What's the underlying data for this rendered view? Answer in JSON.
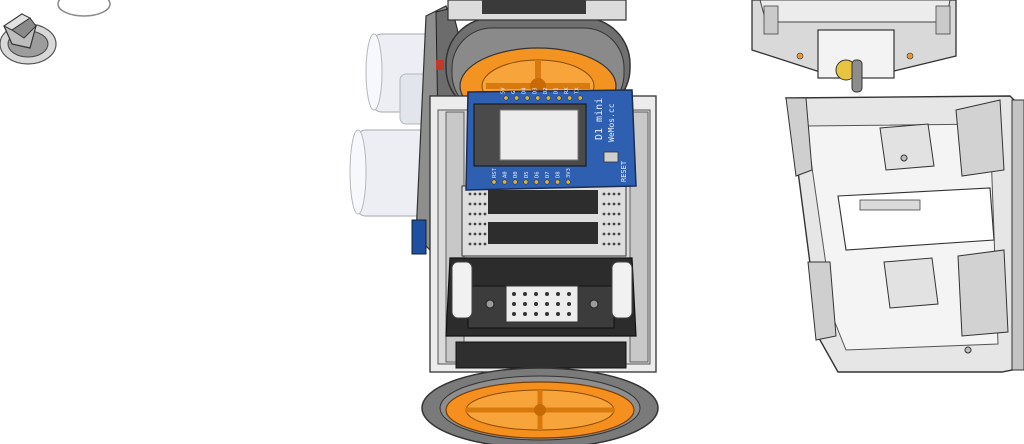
{
  "scene": {
    "background": "#ffffff",
    "colors": {
      "chassis": "#e9e9e9",
      "chassis_shade": "#c9c9c9",
      "dark_plastic": "#3a3a3a",
      "tire": "#7d7d7d",
      "wheel_hub": "#f5901e",
      "pcb_blue": "#2f5fb0",
      "protoboard": "#d9d9d9",
      "sensor_white": "#f1f1f6",
      "pcb_dark": "#4a4a4a"
    },
    "parts": [
      "caster-wheel",
      "ultrasonic-sensor",
      "top-wheel",
      "bottom-wheel",
      "d1-mini-board",
      "proto-board",
      "battery-holder",
      "bracket-top-right",
      "chassis-open-right"
    ]
  },
  "pcb": {
    "brand": "D1 mini",
    "maker": "WeMos.cc",
    "reset_label": "RESET",
    "top_pins": [
      "5V",
      "G",
      "D4",
      "D3",
      "D2",
      "D1",
      "RX",
      "TX"
    ],
    "bottom_pins": [
      "RST",
      "A0",
      "D0",
      "D5",
      "D6",
      "D7",
      "D8",
      "3V3"
    ]
  }
}
